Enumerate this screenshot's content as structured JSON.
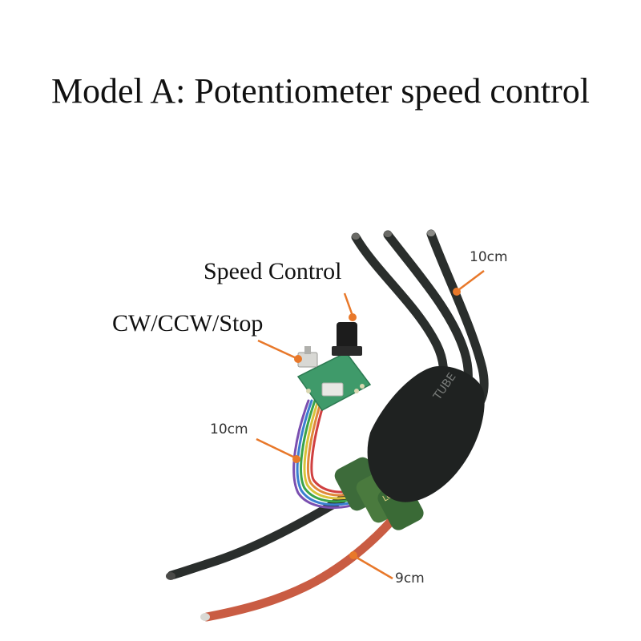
{
  "title": "Model A: Potentiometer speed control",
  "labels": {
    "speed_control": "Speed Control",
    "direction": "CW/CCW/Stop",
    "motor_leads_length": "10cm",
    "signal_cable_length": "10cm",
    "power_cable_length": "9cm"
  },
  "esc": {
    "body_text": "TUBE",
    "capacitor_text": "LOWESR"
  },
  "colors": {
    "leader_line": "#e8782a",
    "wire_black": "#2a2e2c",
    "wire_red": "#c95c43",
    "esc_body": "#1f2221",
    "pcb": "#3f9a6a",
    "capacitor": "#3d6b3a"
  }
}
